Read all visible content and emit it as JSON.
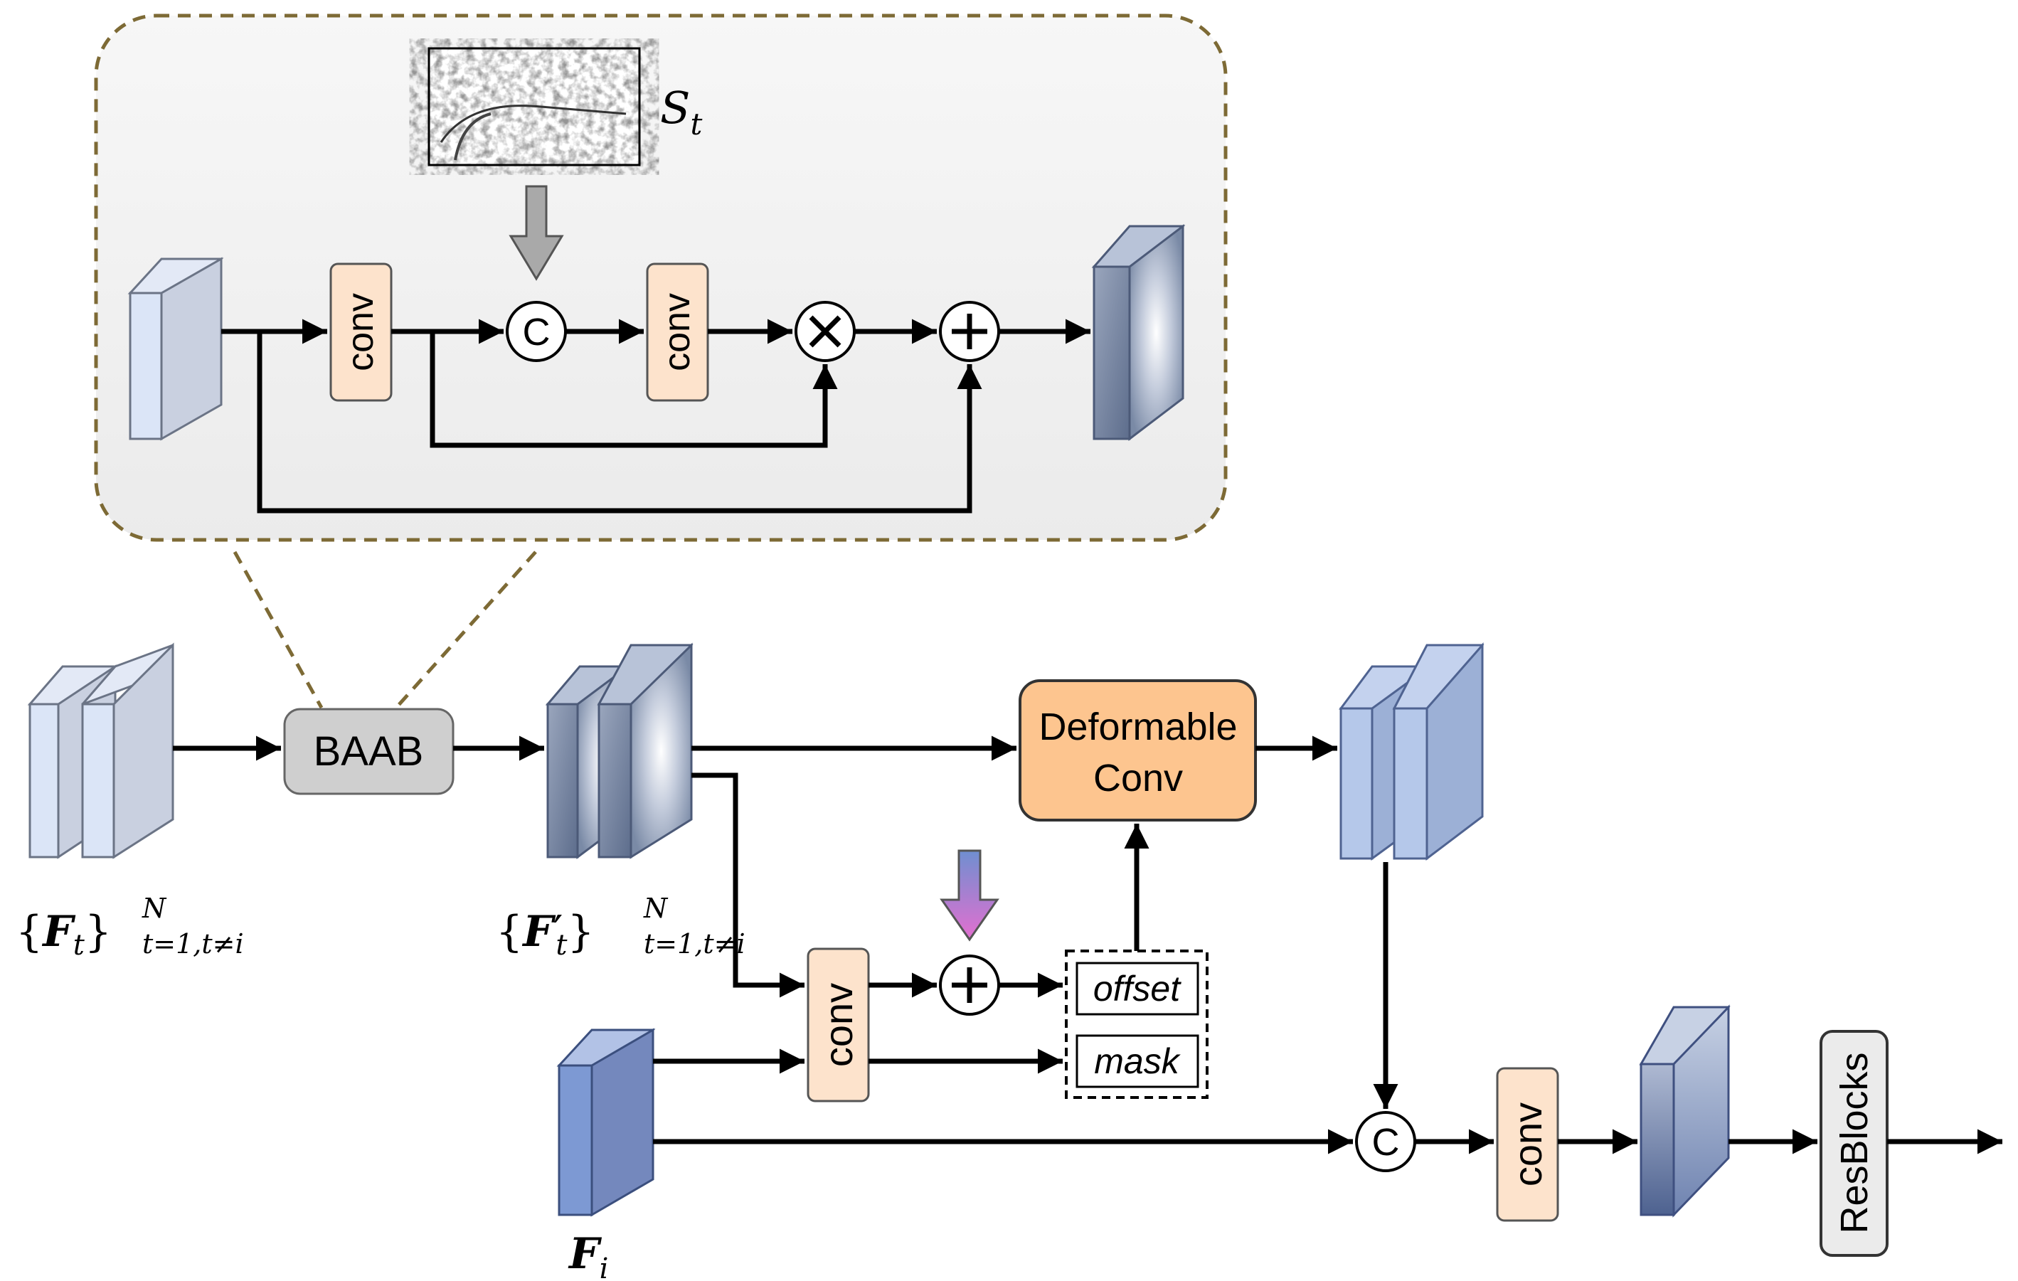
{
  "colors": {
    "conv_fill": "#fde3cc",
    "deformable_fill": "#fdc58f",
    "baab_fill": "#cfcfcf",
    "resblocks_fill": "#ebebeb",
    "zoom_border": "#7d6a35",
    "inset_bg": "#f0f0f0",
    "line": "#000000",
    "gray_arrow": "#a9a9a9",
    "gradient_arrow_top": "#6f8fd0",
    "gradient_arrow_bottom": "#e36fd0"
  },
  "inset": {
    "saliency_label_main": "S",
    "saliency_label_sub": "t",
    "conv1": "conv",
    "conv2": "conv",
    "concat_symbol": "C",
    "multiply_symbol": "×",
    "add_symbol": "+"
  },
  "main": {
    "baab": "BAAB",
    "deformable_line1": "Deformable",
    "deformable_line2": "Conv",
    "conv_offset": "conv",
    "offset_label": "offset",
    "mask_label": "mask",
    "add_symbol": "+",
    "concat_symbol": "C",
    "conv_final": "conv",
    "resblocks": "ResBlocks"
  },
  "labels": {
    "ft_set_left": "{",
    "ft_set_main": "F",
    "ft_set_sub": "t",
    "ft_set_right": "}",
    "ft_set_sup": "N",
    "ft_set_range": "t=1,t≠i",
    "ftp_set_left": "{",
    "ftp_set_main": "F",
    "ftp_set_prime": "′",
    "ftp_set_sub": "t",
    "ftp_set_right": "}",
    "ftp_set_sup": "N",
    "ftp_set_range": "t=1,t≠i",
    "fi_main": "F",
    "fi_sub": "i"
  },
  "icons": [
    "concat-icon",
    "multiply-icon",
    "add-icon",
    "arrow-icon",
    "saliency-map-image"
  ]
}
